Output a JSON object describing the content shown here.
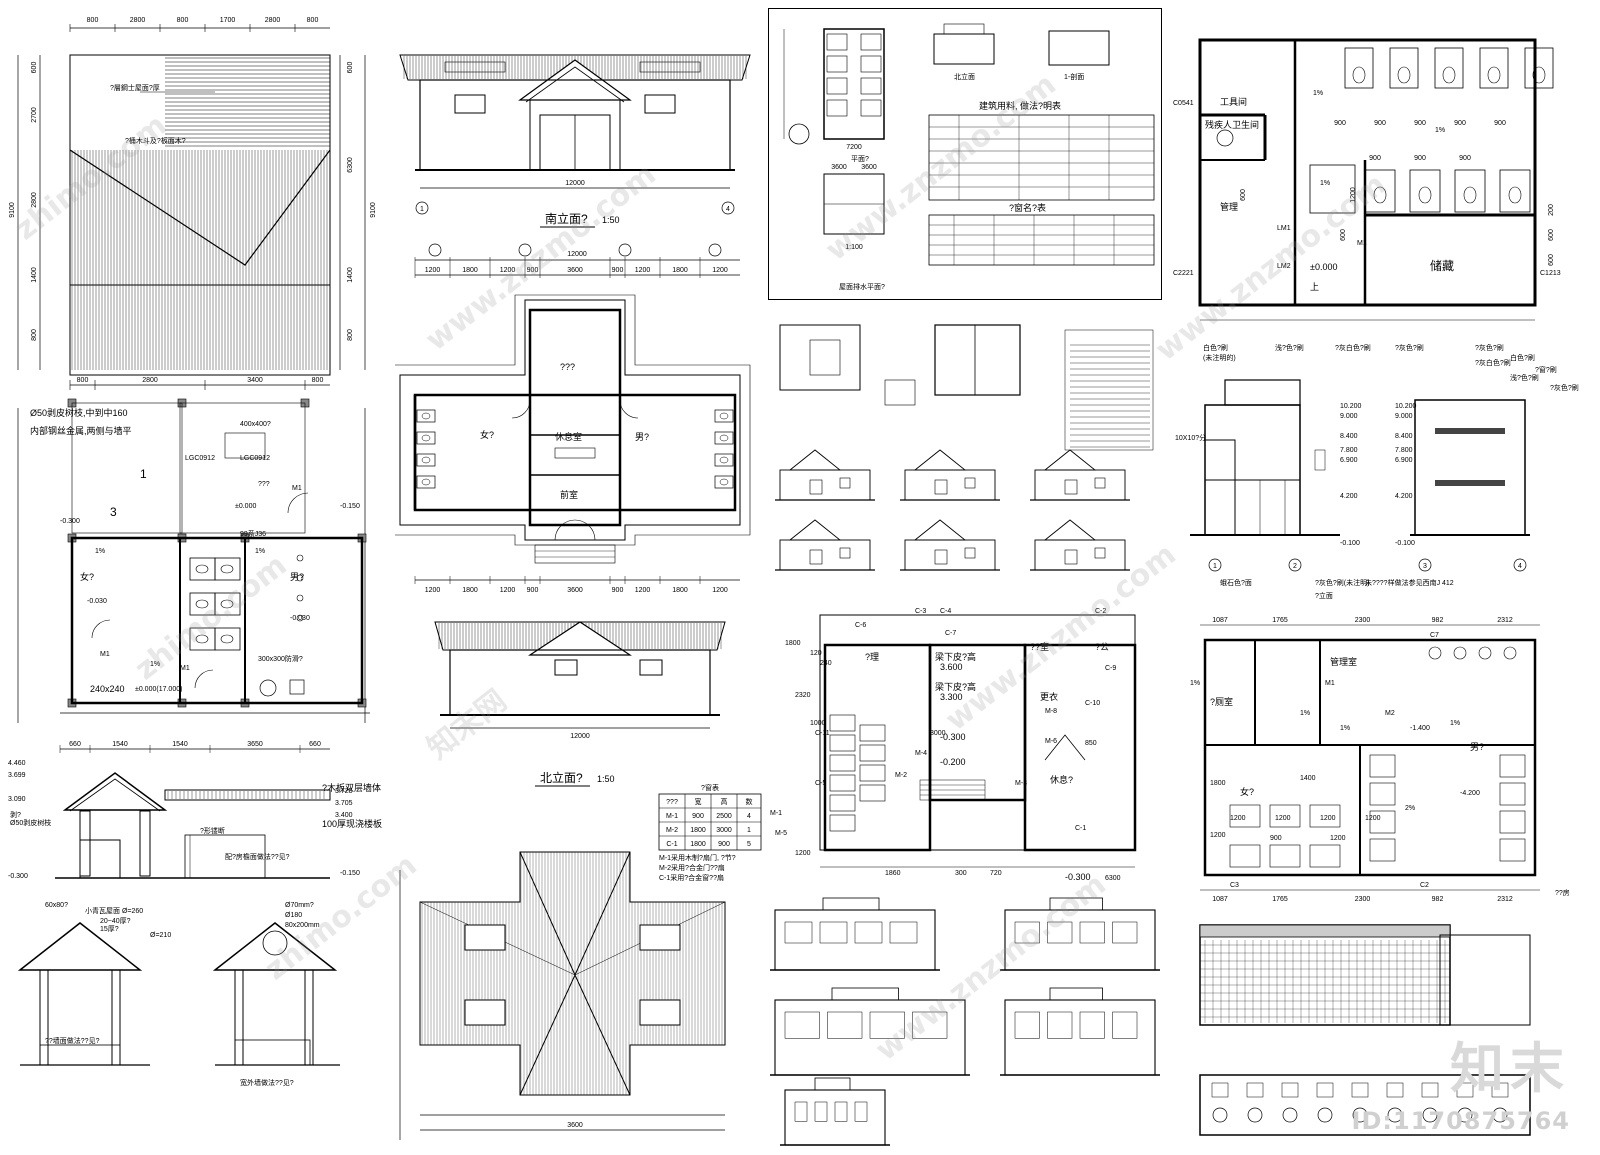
{
  "south_elevation": {
    "title": "南立面?",
    "scale": "1:50",
    "dim": "12000"
  },
  "north_elevation": {
    "title": "北立面?",
    "scale": "1:50",
    "dim": "12000"
  },
  "plan_center": {
    "rooms": [
      "???",
      "女?",
      "休息室",
      "男?",
      "前室"
    ],
    "dims_top": [
      "1200",
      "1800",
      "1200",
      "900",
      "3600",
      "900",
      "1200",
      "1800",
      "1200"
    ],
    "dims_bottom": [
      "1200",
      "1800",
      "1200",
      "900",
      "3600",
      "900",
      "1200",
      "1800",
      "1200"
    ],
    "total": "12000",
    "inner": "3600"
  },
  "roof_plan_left": {
    "dims_top": [
      "800",
      "2800",
      "800",
      "1700",
      "2800",
      "800"
    ],
    "dims_bottom": [
      "800",
      "2800",
      "3400",
      "800"
    ],
    "dims_left": [
      "600",
      "2700",
      "2800",
      "1400",
      "800"
    ],
    "dims_right": [
      "600",
      "6300",
      "1400",
      "800"
    ],
    "total_left": "9100",
    "total_right": "9100",
    "notes": [
      "?層鋼士屋面?厚",
      "?桶木斗及?板面木?"
    ]
  },
  "plan_left": {
    "notes": [
      "Ø50剥皮树枝,中到中160",
      "内部钢丝金属,两侧与墙平",
      "400x400?",
      "LGC0912",
      "LGC0912",
      "M1",
      "M1",
      "M1",
      "99系J36",
      "女?",
      "男?",
      "240x240",
      "300x300防滑?",
      "1%",
      "1%",
      "1%",
      "±0.000(17.000)",
      "-0.150",
      "-0.300",
      "-0.030",
      "-0.030",
      "???",
      "3",
      "1",
      "±0.000"
    ]
  },
  "section_left": {
    "dims": [
      "660",
      "1540",
      "1540",
      "3650",
      "660"
    ],
    "levels": [
      "4.460",
      "3.699",
      "3.090",
      "3.725",
      "3.705",
      "3.400",
      "-0.300",
      "-0.150"
    ],
    "notes": [
      "?木板双层墙体",
      "100厚现浇楼板",
      "?形镂断",
      "Ø50剥皮树枝",
      "剥?",
      "配?房檐面做法??见?"
    ]
  },
  "small_sections": {
    "notes": [
      "小青瓦屋面 Ø=260",
      "20~40厚?",
      "15厚?",
      "Ø=210",
      "60x80?",
      "Ø70mm?",
      "Ø180",
      "80x200mm",
      "??墙面做法??见?",
      "宽外墙做法??见?"
    ]
  },
  "door_table": {
    "title": "?窗表",
    "headers": [
      "???",
      "宽",
      "高",
      "数"
    ],
    "rows": [
      [
        "M-1",
        "900",
        "2500",
        "4"
      ],
      [
        "M-2",
        "1800",
        "3000",
        "1"
      ],
      [
        "C-1",
        "1800",
        "900",
        "5"
      ]
    ],
    "notes": [
      "M-1采用木制?扇门, ?节?",
      "M-2采用?合金门??扇",
      "C-1采用?合金窗??扇"
    ]
  },
  "sheet_top": {
    "title_table": "建筑用料, 做法?明表",
    "window_table": "?窗名?表",
    "labels": [
      "平面?",
      "屋面排水平面?",
      "北立面",
      "1-剖面",
      "1:100",
      "7200",
      "3600",
      "3600"
    ]
  },
  "plan_top_right": {
    "rooms": [
      "工具间",
      "残疾人卫生间",
      "管理",
      "储藏",
      "上"
    ],
    "dims": [
      "900",
      "900",
      "900",
      "900",
      "900",
      "900",
      "900",
      "900",
      "600",
      "1200",
      "600",
      "200",
      "600",
      "600"
    ],
    "labels": [
      "LM1",
      "LM2",
      "M1",
      "M2",
      "C0541",
      "C2221",
      "C1213",
      "±0.000",
      "1%",
      "1%",
      "1%"
    ]
  },
  "elevation_right": {
    "levels": [
      "10.200",
      "9.000",
      "8.400",
      "7.800",
      "6.900",
      "4.200",
      "-0.100",
      "10.200",
      "9.000",
      "8.400",
      "7.800",
      "6.900",
      "4.200",
      "-0.100"
    ],
    "notes": [
      "白色?刷",
      "浅?色?刷",
      "?灰白色?刷",
      "?灰色?刷",
      "蛾石色?面",
      "10X10?分",
      "(未注明的)",
      "?灰色?刷",
      "白色?刷",
      "?灰白色?刷",
      "?窗?刷",
      "浅?色?刷",
      "?灰色?刷",
      "?灰色?刷(未注明)",
      "未????样做法参见西南J 412",
      "?立面"
    ],
    "axes": [
      "1",
      "2",
      "3",
      "4"
    ]
  },
  "plan_mid": {
    "rooms": [
      "?理",
      "梁下皮?高",
      "梁下皮?高",
      "??室",
      "?公",
      "更衣",
      "休息?"
    ],
    "levels": [
      "3.600",
      "3.300",
      "-0.300",
      "-0.200",
      "-0.300"
    ],
    "dims": [
      "2320",
      "3000",
      "1200",
      "1000",
      "850",
      "1800",
      "6300",
      "1860",
      "300",
      "720",
      "120",
      "240"
    ],
    "labels": [
      "M-1",
      "M-2",
      "M-3",
      "M-4",
      "M-5",
      "M-6",
      "M-8",
      "C-1",
      "C-2",
      "C-3",
      "C-4",
      "C-5",
      "C-6",
      "C-7",
      "C-9",
      "C-10",
      "C-11"
    ]
  },
  "plan_right_mid": {
    "dims": [
      "1087",
      "1765",
      "2300",
      "982",
      "2312",
      "1087",
      "1765",
      "2300",
      "982",
      "2312"
    ],
    "rooms": [
      "管理室",
      "?厕室",
      "男?",
      "女?",
      "??房"
    ],
    "labels": [
      "C7",
      "C3",
      "C2",
      "M1",
      "M2",
      "1%",
      "1%",
      "1%",
      "2%",
      "1%",
      "1800",
      "1200",
      "1200",
      "1200",
      "1200",
      "1400",
      "-1.400",
      "-4.200",
      "1200",
      "900",
      "1200"
    ]
  },
  "watermarks": [
    "zhimo.com",
    "知末网",
    "www.znzmo.com"
  ],
  "brand": {
    "name": "知末",
    "id": "ID:1170875764"
  }
}
